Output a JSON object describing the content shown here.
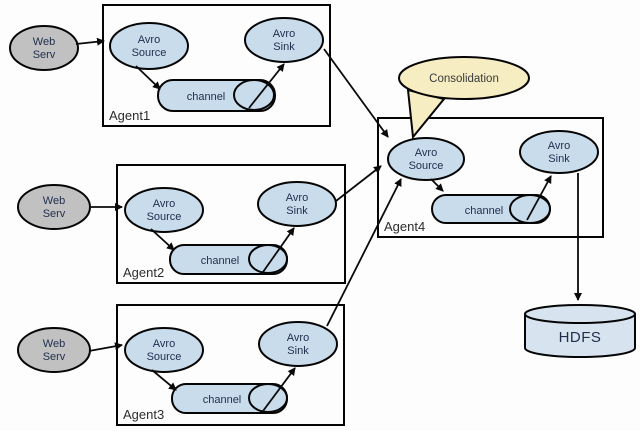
{
  "colors": {
    "node_fill": "#c9dcec",
    "web_fill": "#c1c1c1",
    "callout_fill": "#f6edc2",
    "hdfs_fill": "#d7e4f0",
    "stroke": "#000000"
  },
  "agents": [
    {
      "name": "Agent1",
      "source": [
        "Avro",
        "Source"
      ],
      "channel": "channel",
      "sink": [
        "Avro",
        "Sink"
      ]
    },
    {
      "name": "Agent2",
      "source": [
        "Avro",
        "Source"
      ],
      "channel": "channel",
      "sink": [
        "Avro",
        "Sink"
      ]
    },
    {
      "name": "Agent3",
      "source": [
        "Avro",
        "Source"
      ],
      "channel": "channel",
      "sink": [
        "Avro",
        "Sink"
      ]
    },
    {
      "name": "Agent4",
      "source": [
        "Avro",
        "Source"
      ],
      "channel": "channel",
      "sink": [
        "Avro",
        "Sink"
      ]
    }
  ],
  "web_servers": [
    {
      "line1": "Web",
      "line2": "Serv"
    },
    {
      "line1": "Web",
      "line2": "Serv"
    },
    {
      "line1": "Web",
      "line2": "Serv"
    }
  ],
  "callout": {
    "text": "Consolidation"
  },
  "hdfs": {
    "text": "HDFS"
  }
}
